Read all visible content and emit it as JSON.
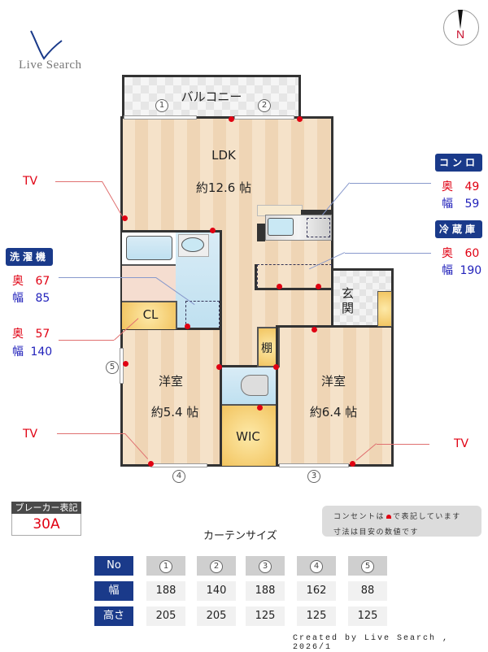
{
  "logo": {
    "text": "Live Search"
  },
  "compass": {
    "label": "N"
  },
  "rooms": {
    "balcony": "バルコニー",
    "ldk": {
      "name": "LDK",
      "size": "約12.6 帖"
    },
    "bedroom_west": {
      "name": "洋室",
      "size": "約5.4 帖"
    },
    "bedroom_east": {
      "name": "洋室",
      "size": "約6.4 帖"
    },
    "closet": "CL",
    "wic": "WIC",
    "shelf": "棚",
    "entrance": "玄関"
  },
  "windows": [
    "1",
    "2",
    "3",
    "4",
    "5"
  ],
  "tv_labels": {
    "ldk": "TV",
    "bedroom_west": "TV",
    "bedroom_east": "TV"
  },
  "appliances": {
    "stove": {
      "label": "コンロ",
      "depth_label": "奥",
      "depth": "49",
      "width_label": "幅",
      "width": "59"
    },
    "fridge": {
      "label": "冷蔵庫",
      "depth_label": "奥",
      "depth": "60",
      "width_label": "幅",
      "width": "190"
    },
    "washer": {
      "label": "洗濯機",
      "depth_label": "奥",
      "depth": "67",
      "width_label": "幅",
      "width": "85"
    },
    "closet_dim": {
      "depth_label": "奥",
      "depth": "57",
      "width_label": "幅",
      "width": "140"
    }
  },
  "breaker": {
    "title": "ブレーカー表記",
    "value": "30A"
  },
  "note": {
    "line1_pre": "コンセントは",
    "line1_post": "で表記しています",
    "line2": "寸法は目安の数値です"
  },
  "curtain": {
    "title": "カーテンサイズ",
    "headers": {
      "no": "No",
      "width": "幅",
      "height": "高さ"
    },
    "columns": [
      {
        "no": "1",
        "width": "188",
        "height": "205"
      },
      {
        "no": "2",
        "width": "140",
        "height": "205"
      },
      {
        "no": "3",
        "width": "188",
        "height": "125"
      },
      {
        "no": "4",
        "width": "162",
        "height": "125"
      },
      {
        "no": "5",
        "width": "88",
        "height": "125"
      }
    ]
  },
  "colors": {
    "accent_blue": "#1a3a8a",
    "outlet_red": "#e00012",
    "floor": "#f5e2c9"
  },
  "footer": "Created by Live Search , 2026/1"
}
